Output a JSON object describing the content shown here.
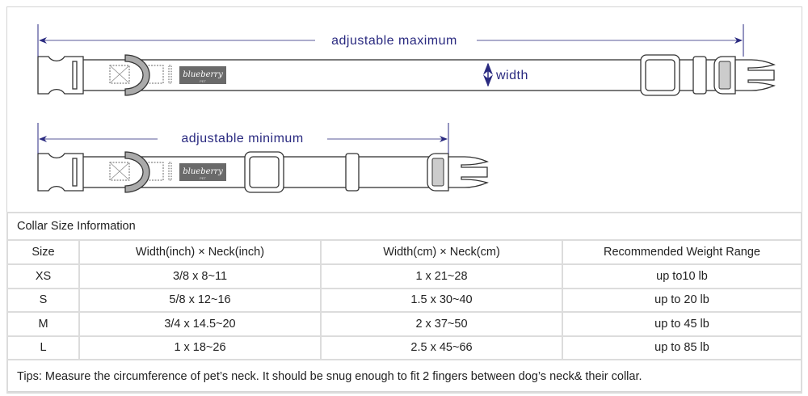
{
  "diagram": {
    "max_label": "adjustable maximum",
    "min_label": "adjustable minimum",
    "width_label": "width",
    "logo_text": "blueberry",
    "logo_subtext": "PET",
    "arrow_color": "#2a2a80"
  },
  "table": {
    "title": "Collar Size Information",
    "headers": [
      "Size",
      "Width(inch)  × Neck(inch)",
      "Width(cm)  × Neck(cm)",
      "Recommended Weight Range"
    ],
    "rows": [
      [
        "XS",
        "3/8 x 8~11",
        "1 x 21~28",
        "up to10 lb"
      ],
      [
        "S",
        "5/8 x 12~16",
        "1.5 x 30~40",
        "up to 20 lb"
      ],
      [
        "M",
        "3/4 x 14.5~20",
        "2 x 37~50",
        "up to 45 lb"
      ],
      [
        "L",
        "1 x 18~26",
        "2.5 x 45~66",
        "up to 85 lb"
      ]
    ],
    "tips": "Tips: Measure the circumference of pet’s neck. It should be snug enough to fit 2 fingers between dog’s neck& their collar."
  }
}
